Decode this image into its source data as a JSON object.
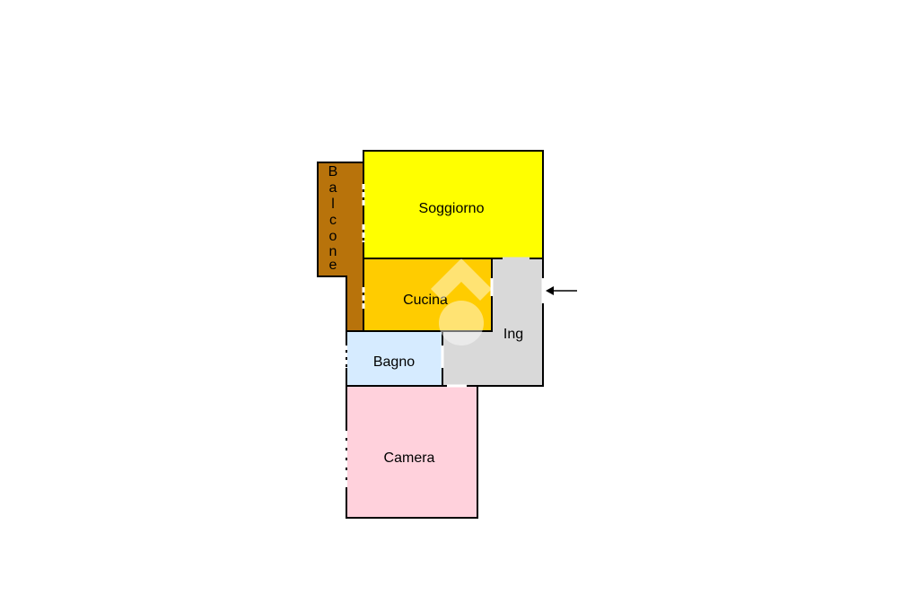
{
  "rooms": {
    "soggiorno": {
      "label": "Soggiorno",
      "color": "#ffff00"
    },
    "cucina": {
      "label": "Cucina",
      "color": "#ffcc00"
    },
    "ingresso": {
      "label": "Ing",
      "color": "#d9d9d9"
    },
    "bagno": {
      "label": "Bagno",
      "color": "#d6ebff"
    },
    "camera": {
      "label": "Camera",
      "color": "#ffd1dc"
    },
    "balcone": {
      "label": "Balcone",
      "letters": [
        "B",
        "a",
        "l",
        "c",
        "o",
        "n",
        "e"
      ],
      "color": "#b8730b"
    }
  },
  "entrance_arrow_icon": "arrow-left-icon",
  "watermark_icon": "home-watermark-icon",
  "colors": {
    "wall": "#000000",
    "background": "#ffffff",
    "watermark": "#ffffff"
  }
}
